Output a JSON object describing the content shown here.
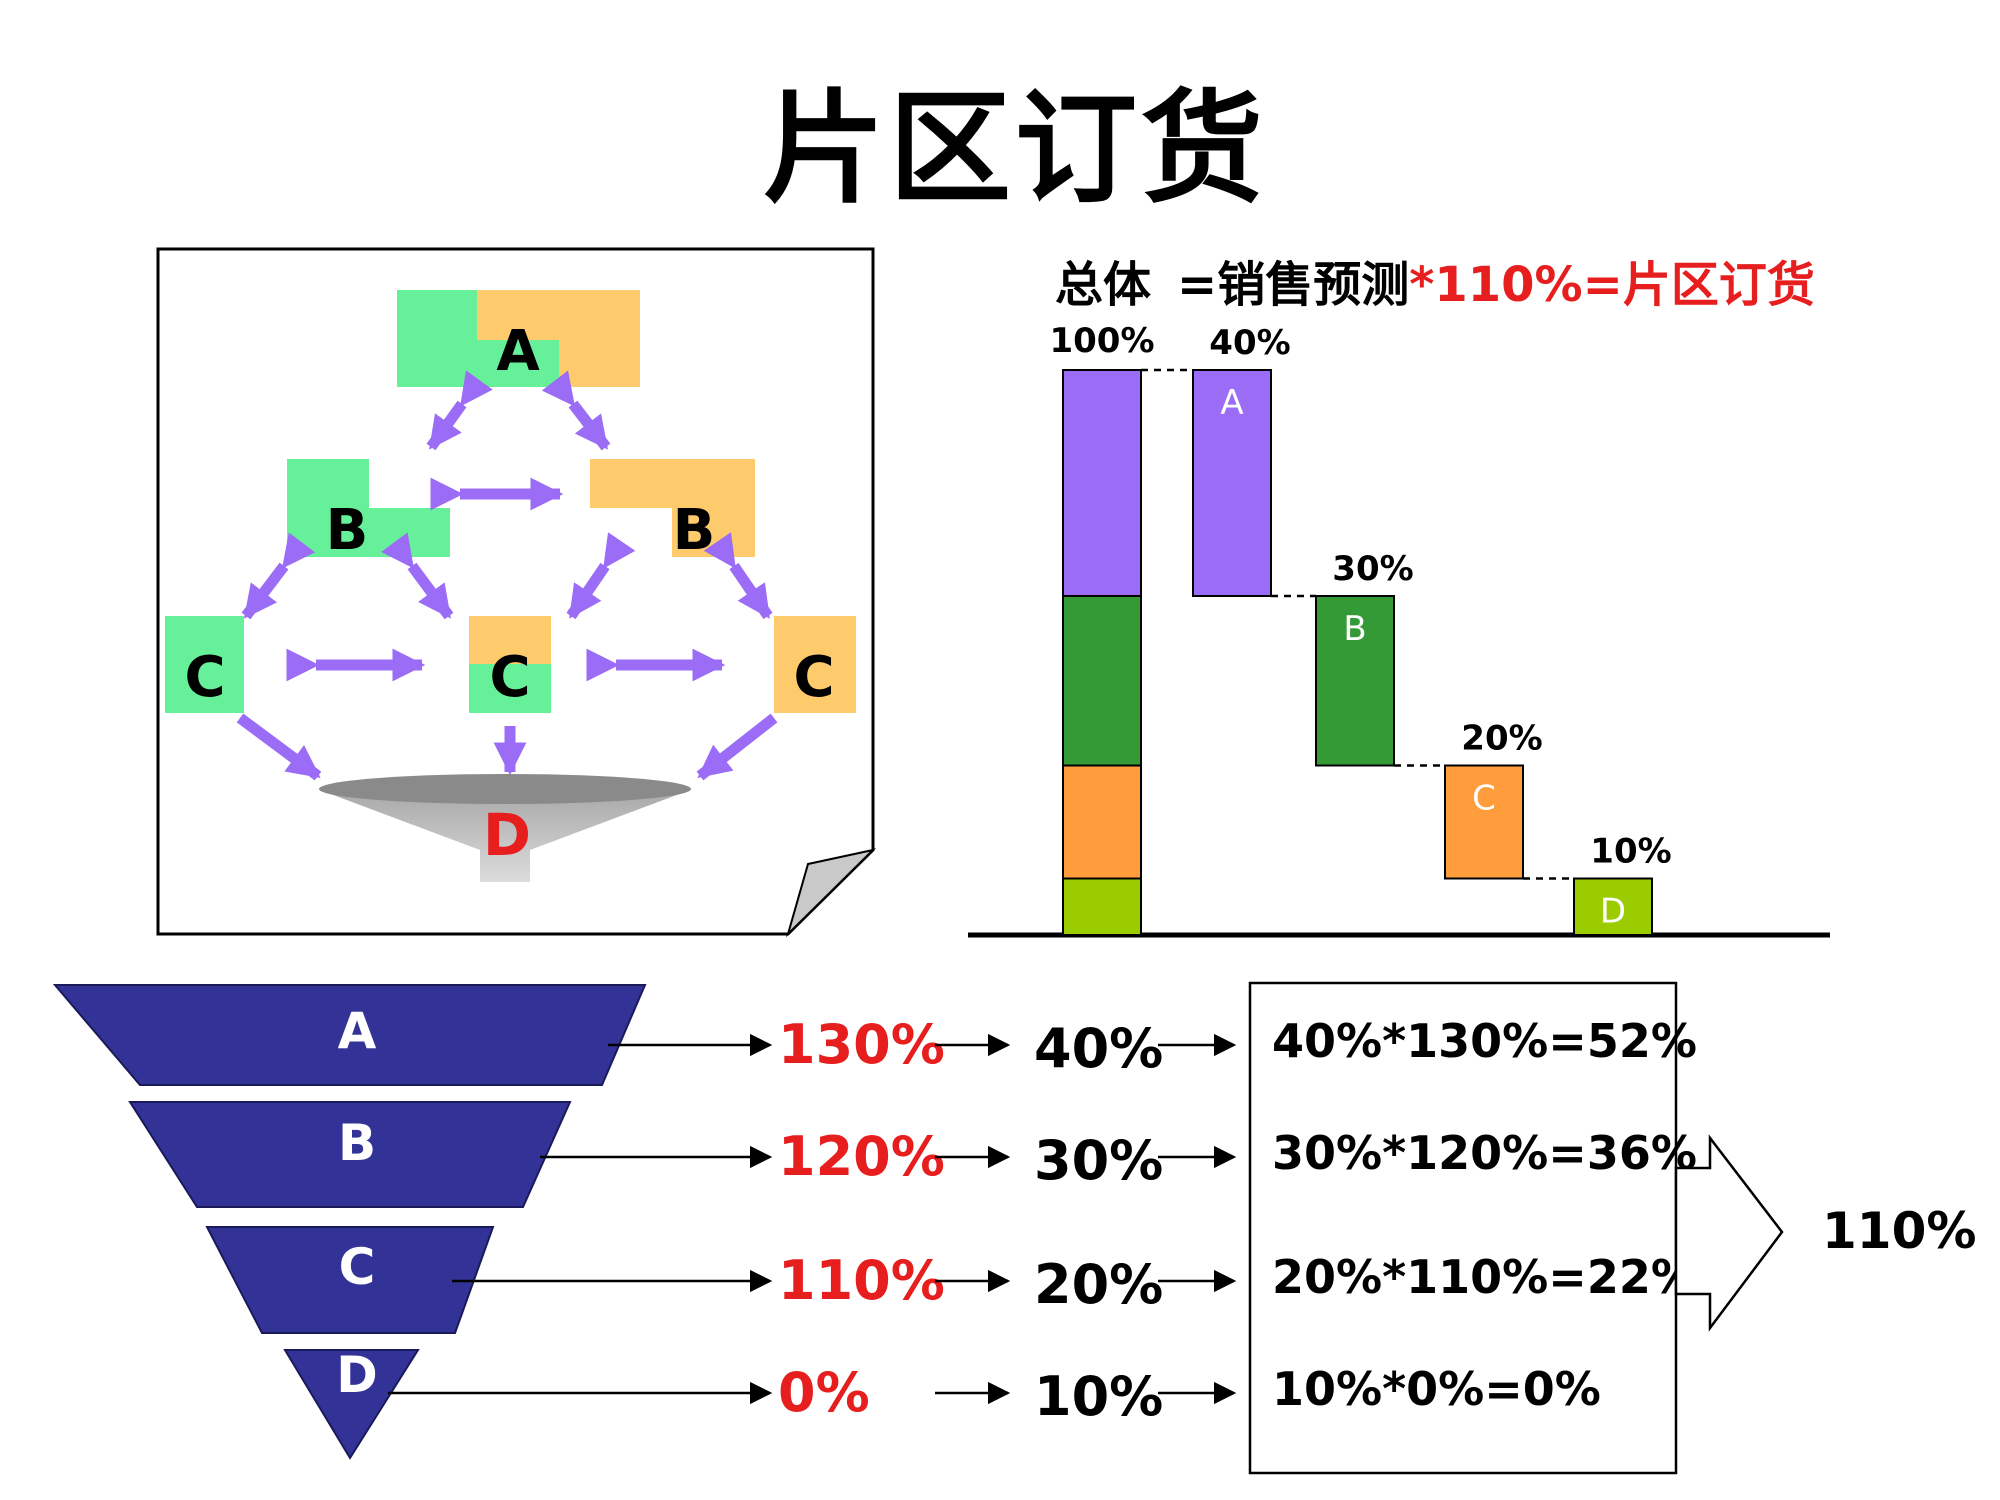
{
  "title": "片区订货",
  "formula": {
    "part1": "总体",
    "part2": "=销售预测",
    "part3": "*110%=片区订货",
    "red_color": "#e61e1e"
  },
  "network": {
    "top": "A",
    "mid_left": "B",
    "mid_right": "B",
    "bottom_left": "C",
    "bottom_mid": "C",
    "bottom_right": "C",
    "sink": "D",
    "colors": {
      "green": "#66f09a",
      "orange": "#fecb6c",
      "arrow": "#9b6cf5",
      "sink_label": "#e61e1e"
    }
  },
  "chart_data": {
    "type": "bar",
    "subtype": "waterfall",
    "total": {
      "label": "100%",
      "value": 100
    },
    "categories": [
      "A",
      "B",
      "C",
      "D"
    ],
    "values": [
      40,
      30,
      20,
      10
    ],
    "value_labels": [
      "40%",
      "30%",
      "20%",
      "10%"
    ],
    "colors": [
      "#9b6cf5",
      "#349a35",
      "#ff9d3c",
      "#9acc00"
    ],
    "ylim": [
      0,
      100
    ]
  },
  "funnel": {
    "color": "#333397",
    "rows": [
      {
        "tier": "A",
        "weight": "130%",
        "share": "40%",
        "calc": "40%*130%=52%"
      },
      {
        "tier": "B",
        "weight": "120%",
        "share": "30%",
        "calc": "30%*120%=36%"
      },
      {
        "tier": "C",
        "weight": "110%",
        "share": "20%",
        "calc": "20%*110%=22%"
      },
      {
        "tier": "D",
        "weight": "0%",
        "share": "10%",
        "calc": "10%*0%=0%"
      }
    ],
    "result": "110%"
  }
}
